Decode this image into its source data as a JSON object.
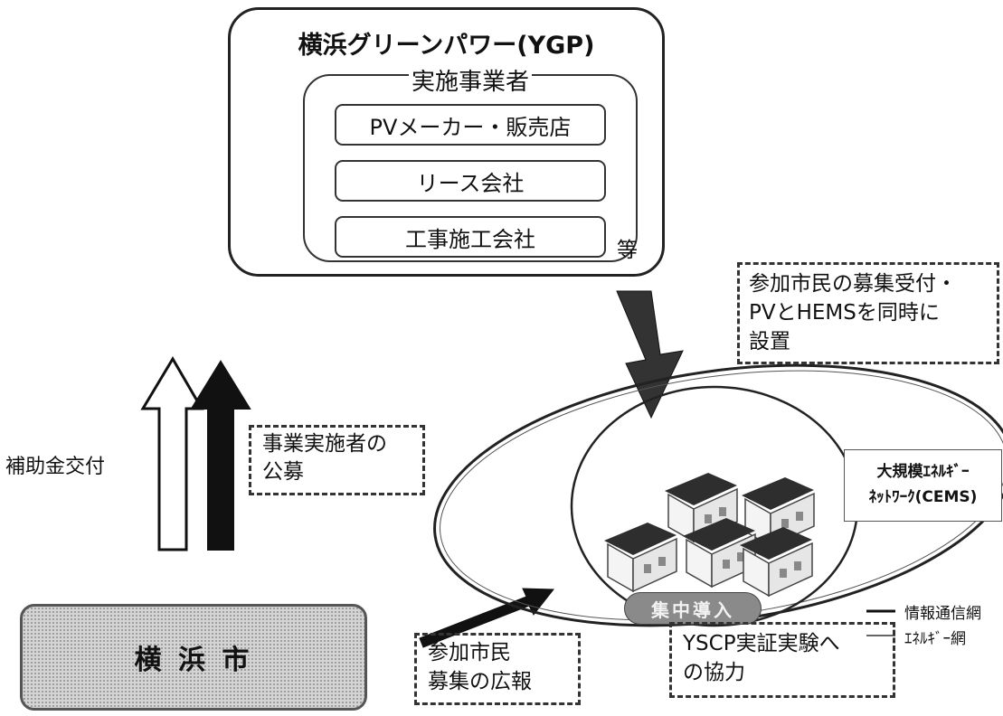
{
  "ygp": {
    "title": "横浜グリーンパワー(YGP)",
    "implementers_title": "実施事業者",
    "members": [
      "PVメーカー・販売店",
      "リース会社",
      "工事施工会社"
    ],
    "etc": "等"
  },
  "labels": {
    "participant_recruit_line1": "参加市民の募集受付・",
    "participant_recruit_line2": "PVとHEMSを同時に",
    "participant_recruit_line3": "設置",
    "subsidy": "補助金交付",
    "public_offer_line1": "事業実施者の",
    "public_offer_line2": "公募",
    "cems_line1": "大規模ｴﾈﾙｷﾞｰ",
    "cems_line2": "ﾈｯﾄﾜｰｸ(CEMS)",
    "concentrated": "集中導入",
    "pr_line1": "参加市民",
    "pr_line2": "募集の広報",
    "yscp_line1": "YSCP実証実験へ",
    "yscp_line2": "の協力",
    "city": "横 浜 市"
  },
  "legend": {
    "info_network": "情報通信網",
    "energy_network": "ｴﾈﾙｷﾞｰ網"
  },
  "colors": {
    "line": "#222222",
    "arrow_fill": "#111111",
    "hollow_fill": "#ffffff",
    "city_fill": "#d4d4d4",
    "pill_fill": "#8a8a8a",
    "roof_solar": "#2e2e2e"
  }
}
